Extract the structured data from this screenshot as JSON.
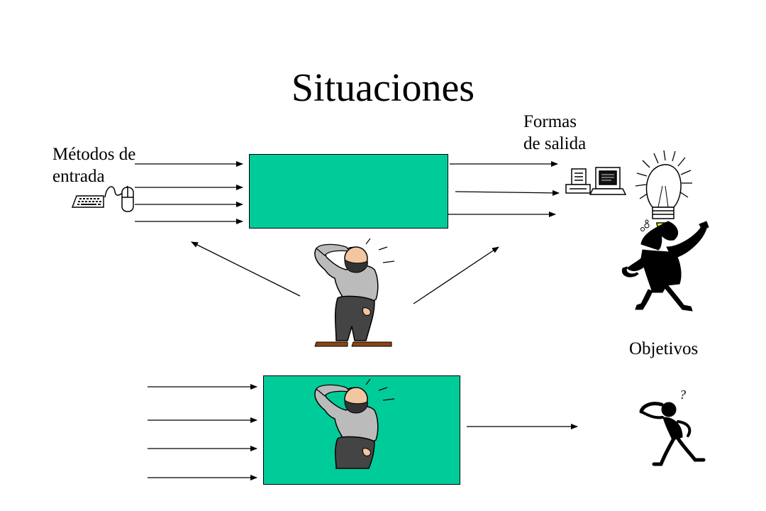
{
  "slide": {
    "title": "Situaciones",
    "input_label_line1": "Métodos de",
    "input_label_line2": "entrada",
    "output_label_line1": "Formas",
    "output_label_line2": "de salida",
    "goals_label": "Objetivos"
  },
  "colors": {
    "box_fill": "#00cc99",
    "lines": "#000000",
    "bulb_glow": "#ffff00"
  },
  "icons": [
    "keyboard-icon",
    "mouse-icon",
    "printer-icon",
    "monitor-icon",
    "light-bulb-icon",
    "thinking-person-icon",
    "confused-person-icon",
    "question-mark-icon"
  ]
}
